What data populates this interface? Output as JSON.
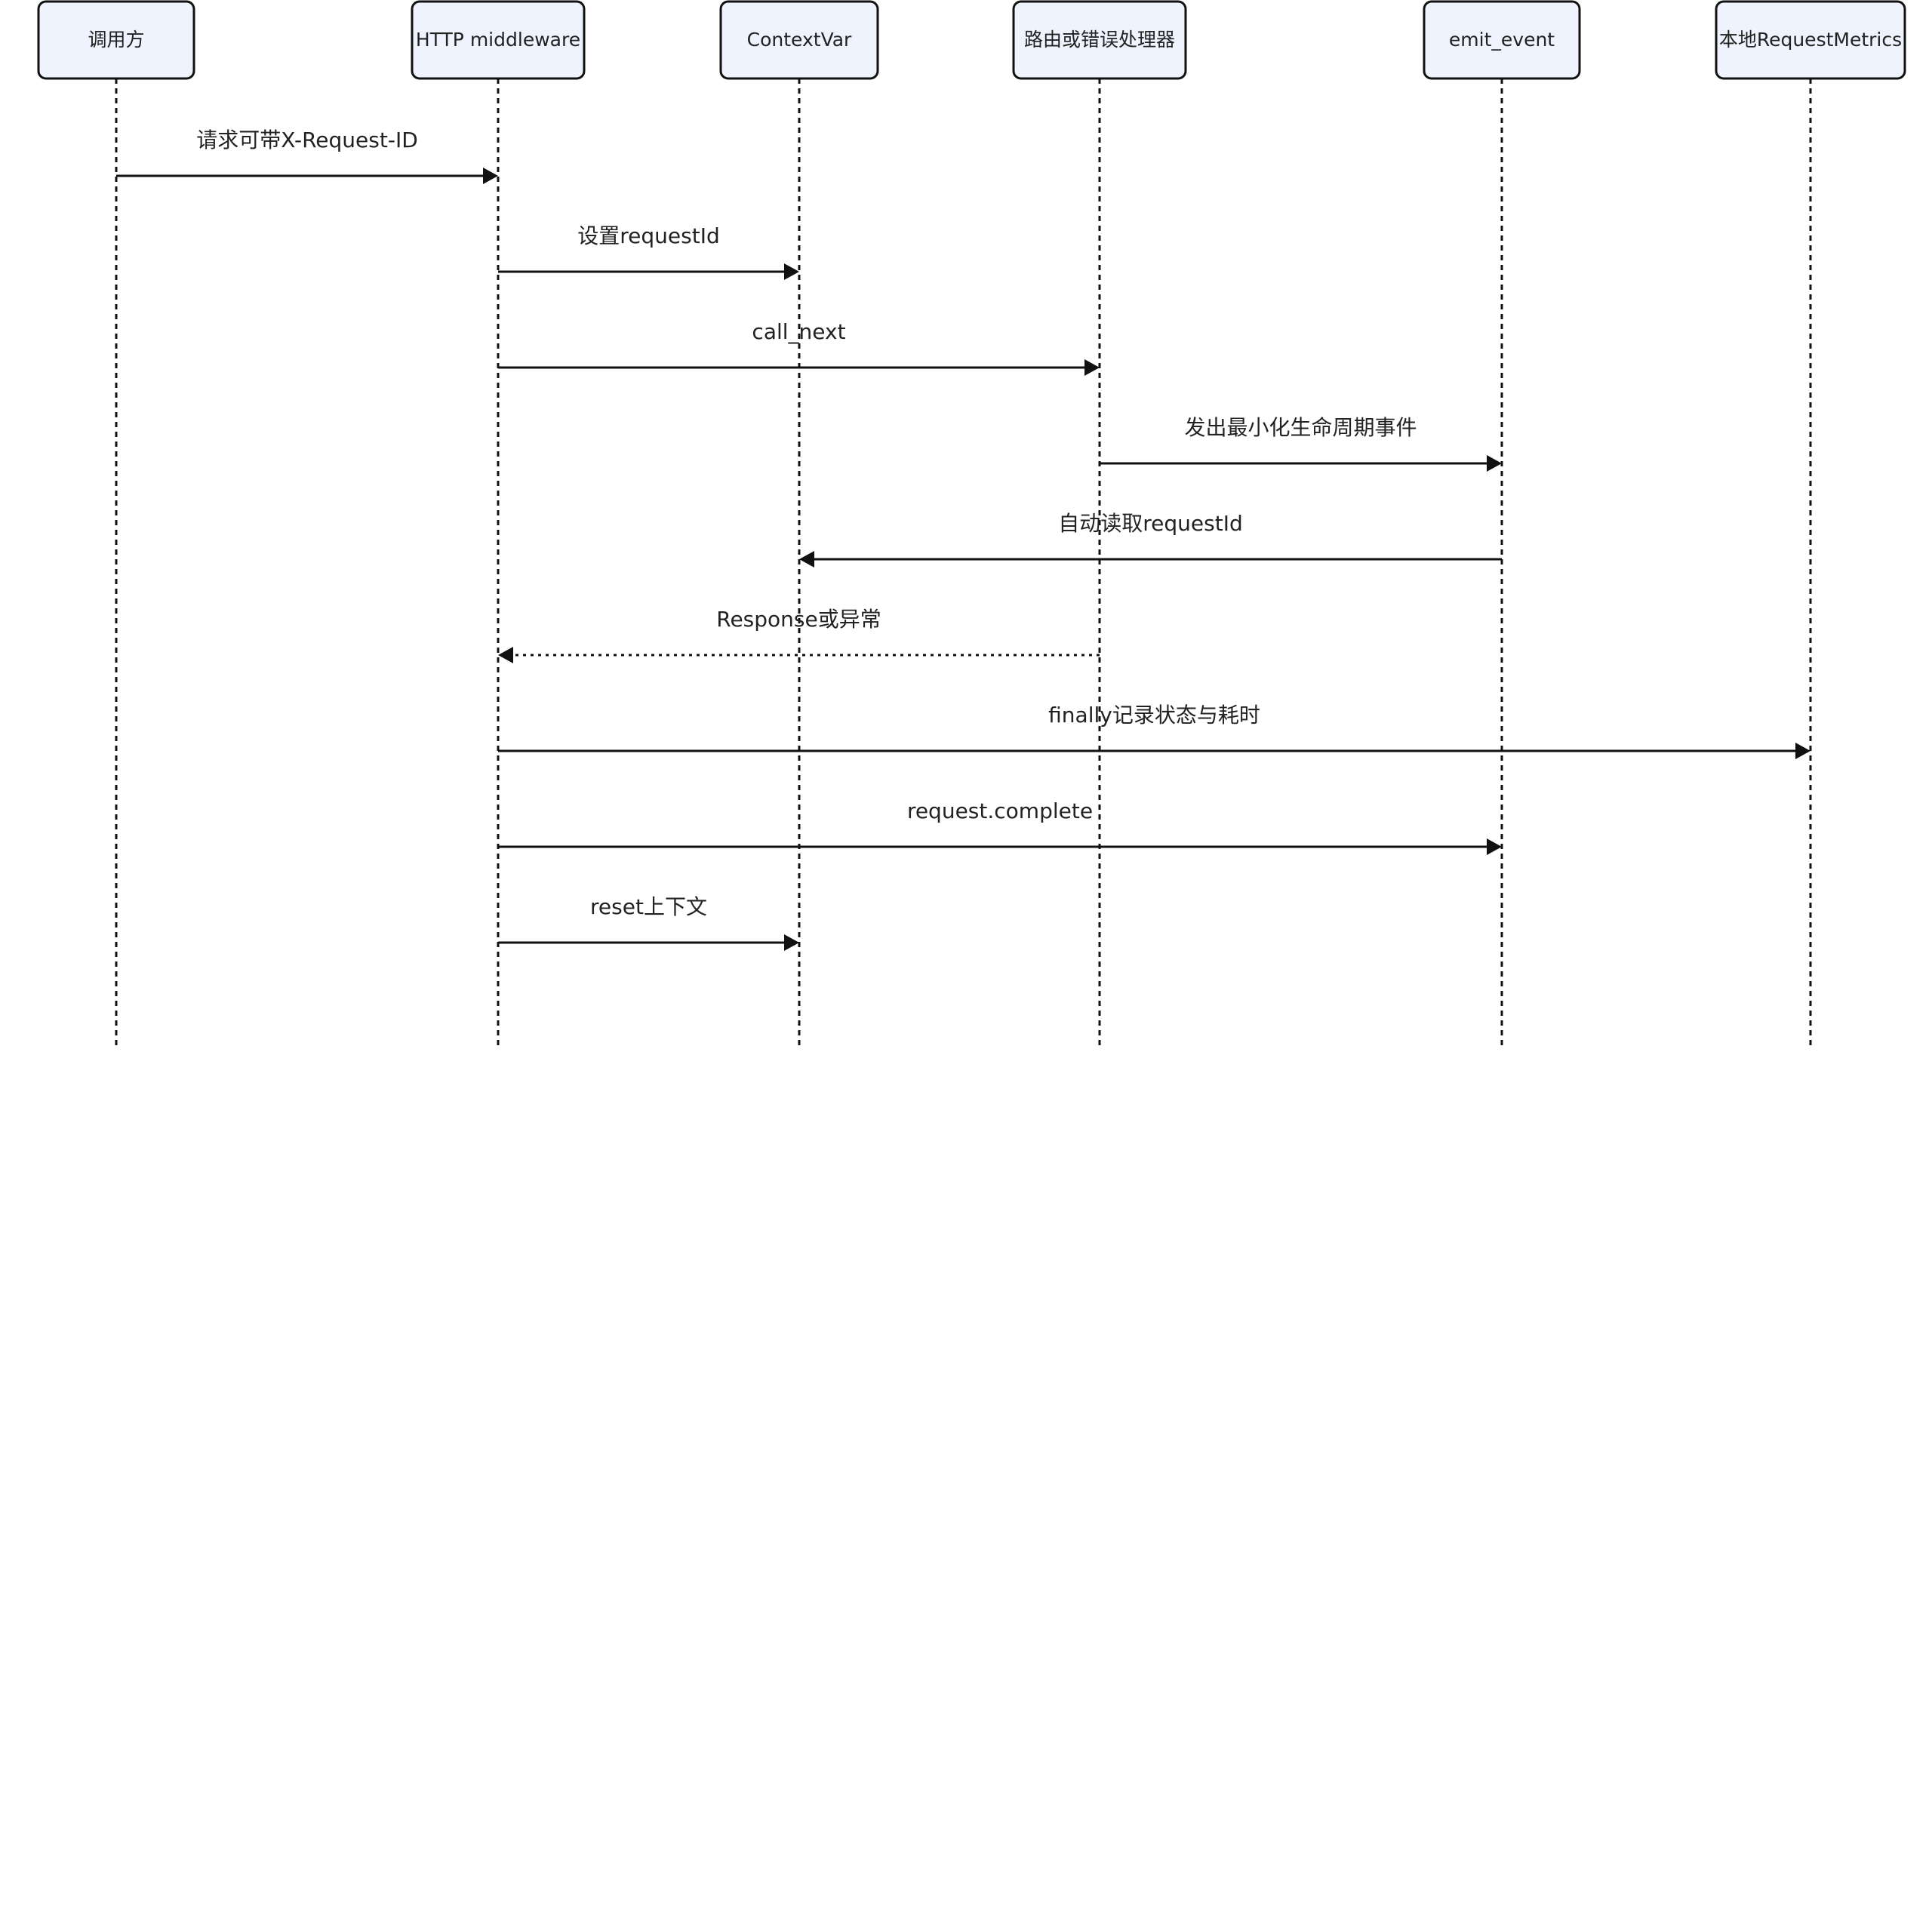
{
  "actors": [
    {
      "id": "caller",
      "label": "调用方"
    },
    {
      "id": "middleware",
      "label": "HTTP middleware"
    },
    {
      "id": "contextvar",
      "label": "ContextVar"
    },
    {
      "id": "router",
      "label": "路由或错误处理器"
    },
    {
      "id": "emit",
      "label": "emit_event"
    },
    {
      "id": "metrics",
      "label": "本地RequestMetrics"
    }
  ],
  "messages": [
    {
      "from": "caller",
      "to": "middleware",
      "label": "请求可带X-Request-ID",
      "style": "solid"
    },
    {
      "from": "middleware",
      "to": "contextvar",
      "label": "设置requestId",
      "style": "solid"
    },
    {
      "from": "middleware",
      "to": "router",
      "label": "call_next",
      "style": "solid"
    },
    {
      "from": "router",
      "to": "emit",
      "label": "发出最小化生命周期事件",
      "style": "solid"
    },
    {
      "from": "emit",
      "to": "contextvar",
      "label": "自动读取requestId",
      "style": "solid"
    },
    {
      "from": "router",
      "to": "middleware",
      "label": "Response或异常",
      "style": "dotted"
    },
    {
      "from": "middleware",
      "to": "metrics",
      "label": "finally记录状态与耗时",
      "style": "solid"
    },
    {
      "from": "middleware",
      "to": "emit",
      "label": "request.complete",
      "style": "solid"
    },
    {
      "from": "middleware",
      "to": "contextvar",
      "label": "reset上下文",
      "style": "solid"
    }
  ]
}
